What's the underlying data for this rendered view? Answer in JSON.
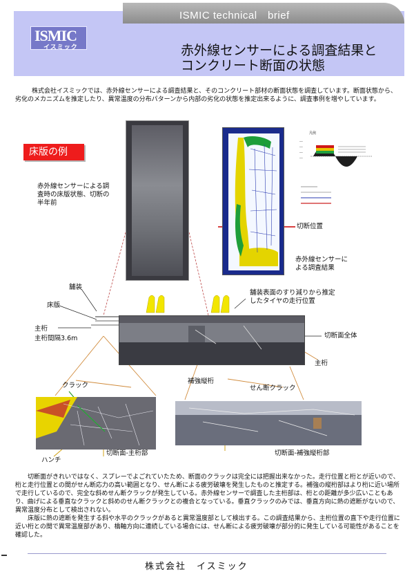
{
  "header": {
    "brand_text": "ISMIC technical　brief",
    "logo_main": "ISMIC",
    "logo_sub": "イスミック",
    "title_line1": "赤外線センサーによる調査結果と",
    "title_line2": "コンクリート断面の状態"
  },
  "intro": "株式会社イスミックでは、赤外線センサーによる調査結果と、そのコンクリート部材の断面状態を調査しています。断面状態から、劣化のメカニズムを推定したり、異常温度の分布パターンから内部の劣化の状態を推定出来るように、調査事例を増やしています。",
  "figure": {
    "example_tag": "床版の例",
    "ir_caption": [
      "赤外線センサーによる調",
      "査時の床版状態、切断の",
      "半年前"
    ],
    "cut_position": "切断位置",
    "ir_result": [
      "赤外線センサーに",
      "よる調査結果"
    ],
    "tire_caption": [
      "舗装表面のすり減りから推定",
      "したタイヤの走行位置"
    ],
    "label_pavement": "舗装",
    "label_slab": "床版",
    "label_girder": "主桁",
    "label_girder_spacing": "主桁間隔3.6m",
    "label_section_all": "切断面全体",
    "label_main_girder": "主桁",
    "label_stringer": "補強縦桁",
    "label_shear_crack": "せん断クラック",
    "label_crack": "クラック",
    "label_haunch": "ハンチ",
    "label_section_girder": "切断面-主桁部",
    "label_section_stringer": "切断面-補強縦桁部"
  },
  "body": [
    "切断面がきれいではなく、スプレーでよごれていたため、断面のクラックは完全には把握出来なかった。走行位置と桁とが近いので、桁と走行位置との間がせん断応力の高い範囲となり、せん断による疲労破壊を発生したものと推定する。補強の縦桁部はより桁に近い場所で走行しているので、完全な斜めせん断クラックが発生している。赤外線センサーで調査した主桁部は、桁との距離が多少広いこともあり、曲げによる垂直なクラックと斜めのせん断クラックとの複合となっている。垂直クラックのみでは、垂直方向に熱の遮断がないので、異常温度分布として検出されない。",
    "床版に熱の遮断を発生する斜や水平のクラックがあると異常温度部として検出する。この調査結果から、主桁位置の直下や走行位置に近い桁との間で異常温度部があり、橋軸方向に連続している場合には、せん断による疲労破壊が部分的に発生している可能性があることを確認した。"
  ],
  "footer": {
    "company": "株式会社　イスミック"
  },
  "colors": {
    "header_band": "#c4c6f5",
    "logo_bg": "#7678c8",
    "tag_red": "#ee1c1c",
    "tire_yellow": "#f2e600",
    "cut_line_red": "#cc0000",
    "leader_orange": "#d08a3a"
  }
}
